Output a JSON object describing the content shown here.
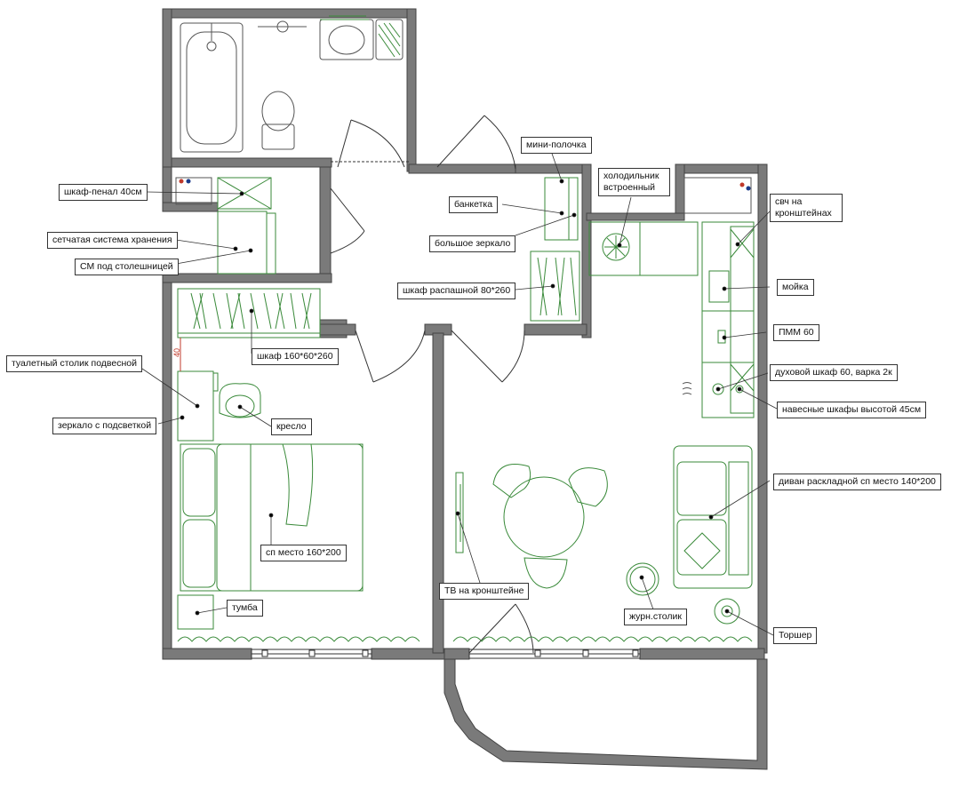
{
  "plan": {
    "wall_color": "#5a5a5a",
    "furniture_color": "#3a8a3a",
    "line_color": "#333333",
    "dimension_color": "#c0392b",
    "dimension_value": "40"
  },
  "labels": {
    "penal": "шкаф-пенал 40см",
    "storage": "сетчатая система хранения",
    "washer": "СМ под столешницей",
    "vanity": "туалетный столик подвесной",
    "mirror_light": "зеркало с подсветкой",
    "wardrobe_160": "шкаф  160*60*260",
    "armchair": "кресло",
    "bed": "сп место 160*200",
    "nightstand": "тумба",
    "mini_shelf": "мини-полочка",
    "bench": "банкетка",
    "big_mirror": "большое зеркало",
    "wardrobe_80": "шкаф распашной 80*260",
    "fridge_line1": "холодильник",
    "fridge_line2": "встроенный",
    "microwave_line1": "свч на",
    "microwave_line2": "кронштейнах",
    "sink": "мойка",
    "dishwasher": "ПММ 60",
    "oven": "духовой шкаф 60, варка 2к",
    "wall_cabinets": "навесные шкафы высотой 45см",
    "sofa": "диван раскладной сп место 140*200",
    "tv": "ТВ на кронштейне",
    "coffee_table": "журн.столик",
    "floor_lamp": "Торшер"
  }
}
